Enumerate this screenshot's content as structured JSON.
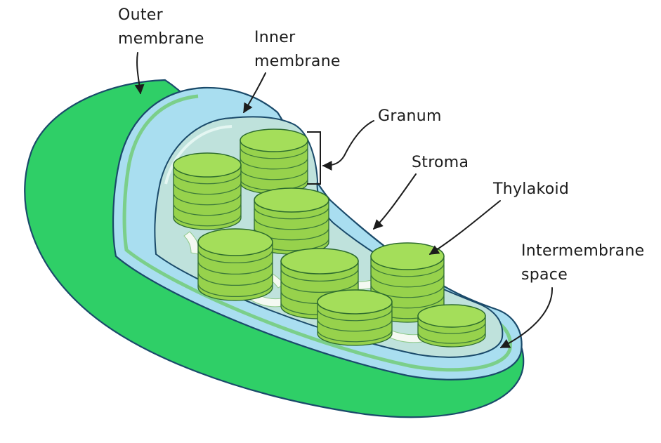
{
  "labels": {
    "outer_membrane": [
      "Outer",
      "membrane"
    ],
    "inner_membrane": [
      "Inner",
      "membrane"
    ],
    "granum": "Granum",
    "stroma": "Stroma",
    "thylakoid": "Thylakoid",
    "intermembrane_space": [
      "Intermembrane",
      "space"
    ]
  },
  "colors": {
    "outer_membrane": "#2fcf67",
    "intermembrane_space": "#a9def0",
    "stroma": "#b9dcd8",
    "thylakoid": "#a4de5a",
    "outline": "#1a4a6a",
    "text": "#1c1c1c"
  }
}
